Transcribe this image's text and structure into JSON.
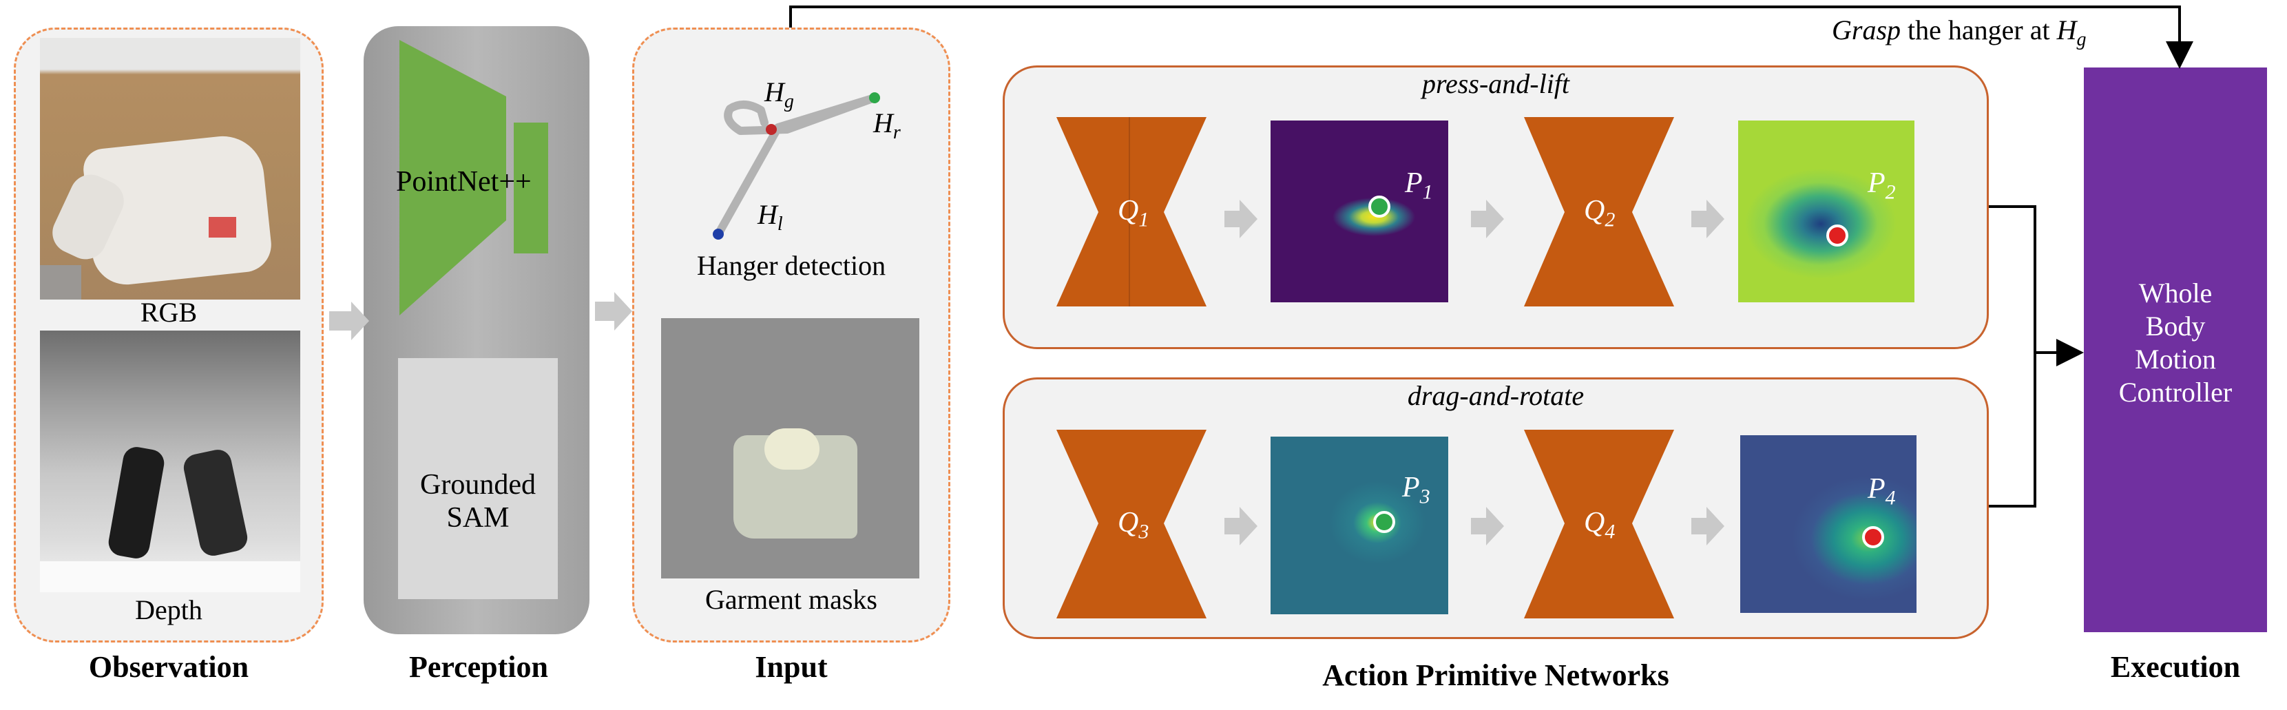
{
  "observation": {
    "label": "Observation",
    "rgb_caption": "RGB",
    "depth_caption": "Depth"
  },
  "perception": {
    "label": "Perception",
    "pointnet": "PointNet++",
    "grounded_sam_line1": "Grounded",
    "grounded_sam_line2": "SAM"
  },
  "input": {
    "label": "Input",
    "hanger_caption": "Hanger detection",
    "mask_caption": "Garment masks",
    "points": {
      "g": "H",
      "g_sub": "g",
      "r": "H",
      "r_sub": "r",
      "l": "H",
      "l_sub": "l"
    }
  },
  "grasp": {
    "italic": "Grasp",
    "rest": " the hanger at ",
    "var": "H",
    "sub": "g"
  },
  "action_primitive": {
    "label": "Action Primitive Networks",
    "press_title": "press-and-lift",
    "drag_title": "drag-and-rotate",
    "q1": "Q",
    "q1_sub": "1",
    "q2": "Q",
    "q2_sub": "2",
    "q3": "Q",
    "q3_sub": "3",
    "q4": "Q",
    "q4_sub": "4",
    "p1": "P",
    "p1_sub": "1",
    "p2": "P",
    "p2_sub": "2",
    "p3": "P",
    "p3_sub": "3",
    "p4": "P",
    "p4_sub": "4"
  },
  "execution": {
    "label": "Execution",
    "line1": "Whole",
    "line2": "Body",
    "line3": "Motion",
    "line4": "Controller"
  },
  "colors": {
    "network": "#c55a11",
    "pointnet_green": "#70ad47",
    "execution_purple": "#7030a0",
    "dash_orange": "#ef8f52",
    "arrow_gray": "#c9c9c9"
  }
}
